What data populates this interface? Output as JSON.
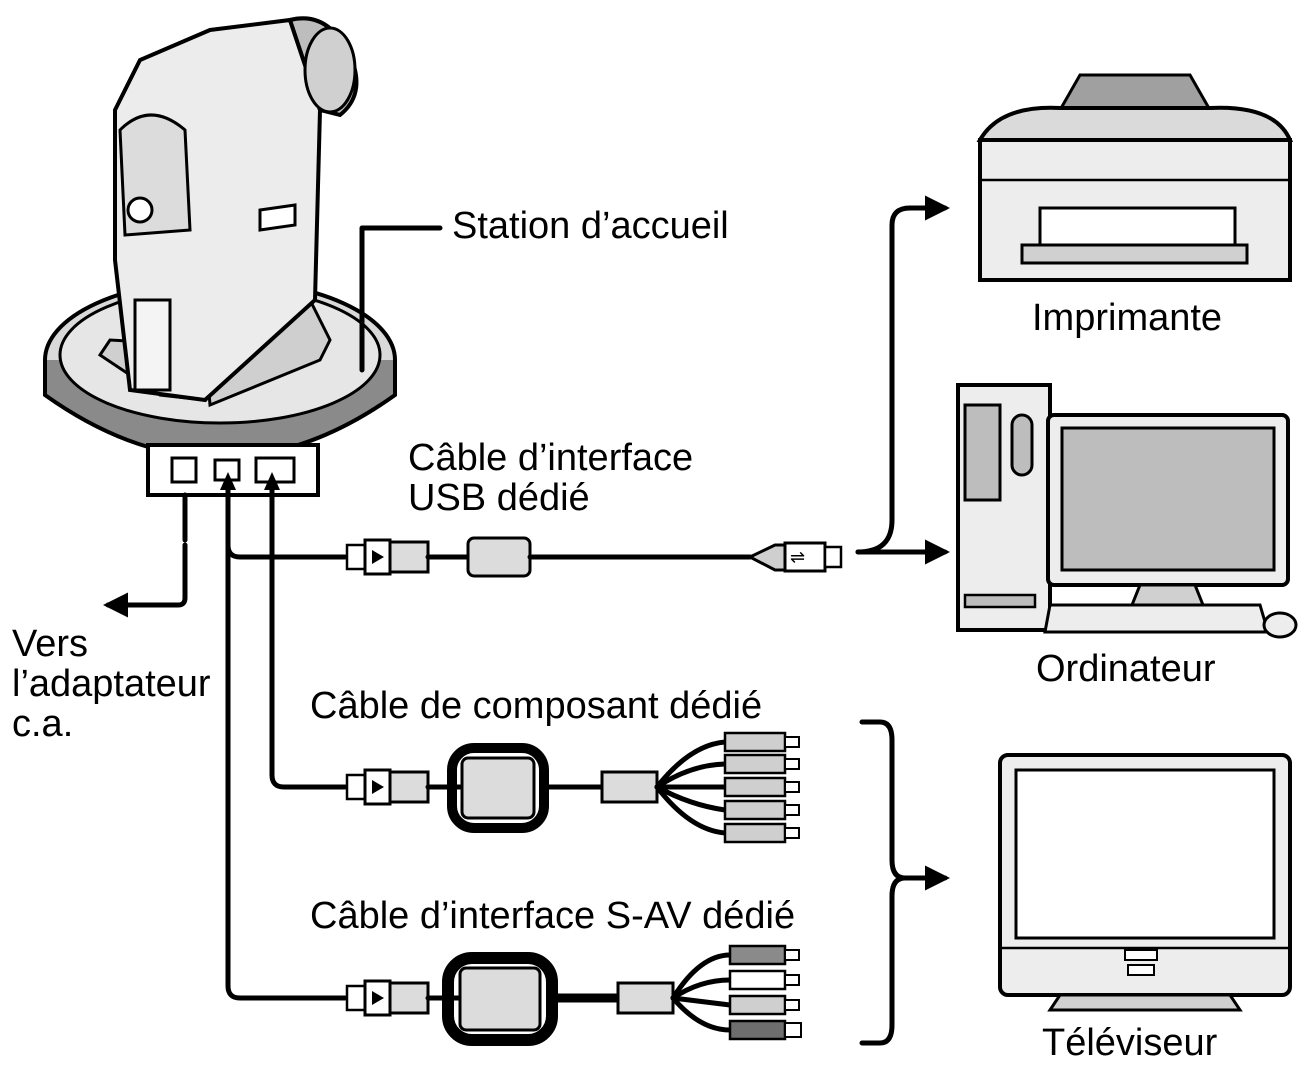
{
  "labels": {
    "station": "Station d’accueil",
    "printer": "Imprimante",
    "usb_cable_line1": "Câble d’interface",
    "usb_cable_line2": "USB dédié",
    "computer": "Ordinateur",
    "ac_line1": "Vers",
    "ac_line2": "l’adaptateur",
    "ac_line3": "c.a.",
    "component_cable": "Câble de composant dédié",
    "sav_cable": "Câble d’interface S-AV dédié",
    "tv": "Téléviseur"
  },
  "colors": {
    "line": "#000000",
    "device_fill": "#e8e8e8",
    "device_dark": "#8a8a8a",
    "screen": "#bdbdbd"
  },
  "icons": {
    "usb": "usb-icon",
    "arrow": "arrow-right-icon"
  }
}
